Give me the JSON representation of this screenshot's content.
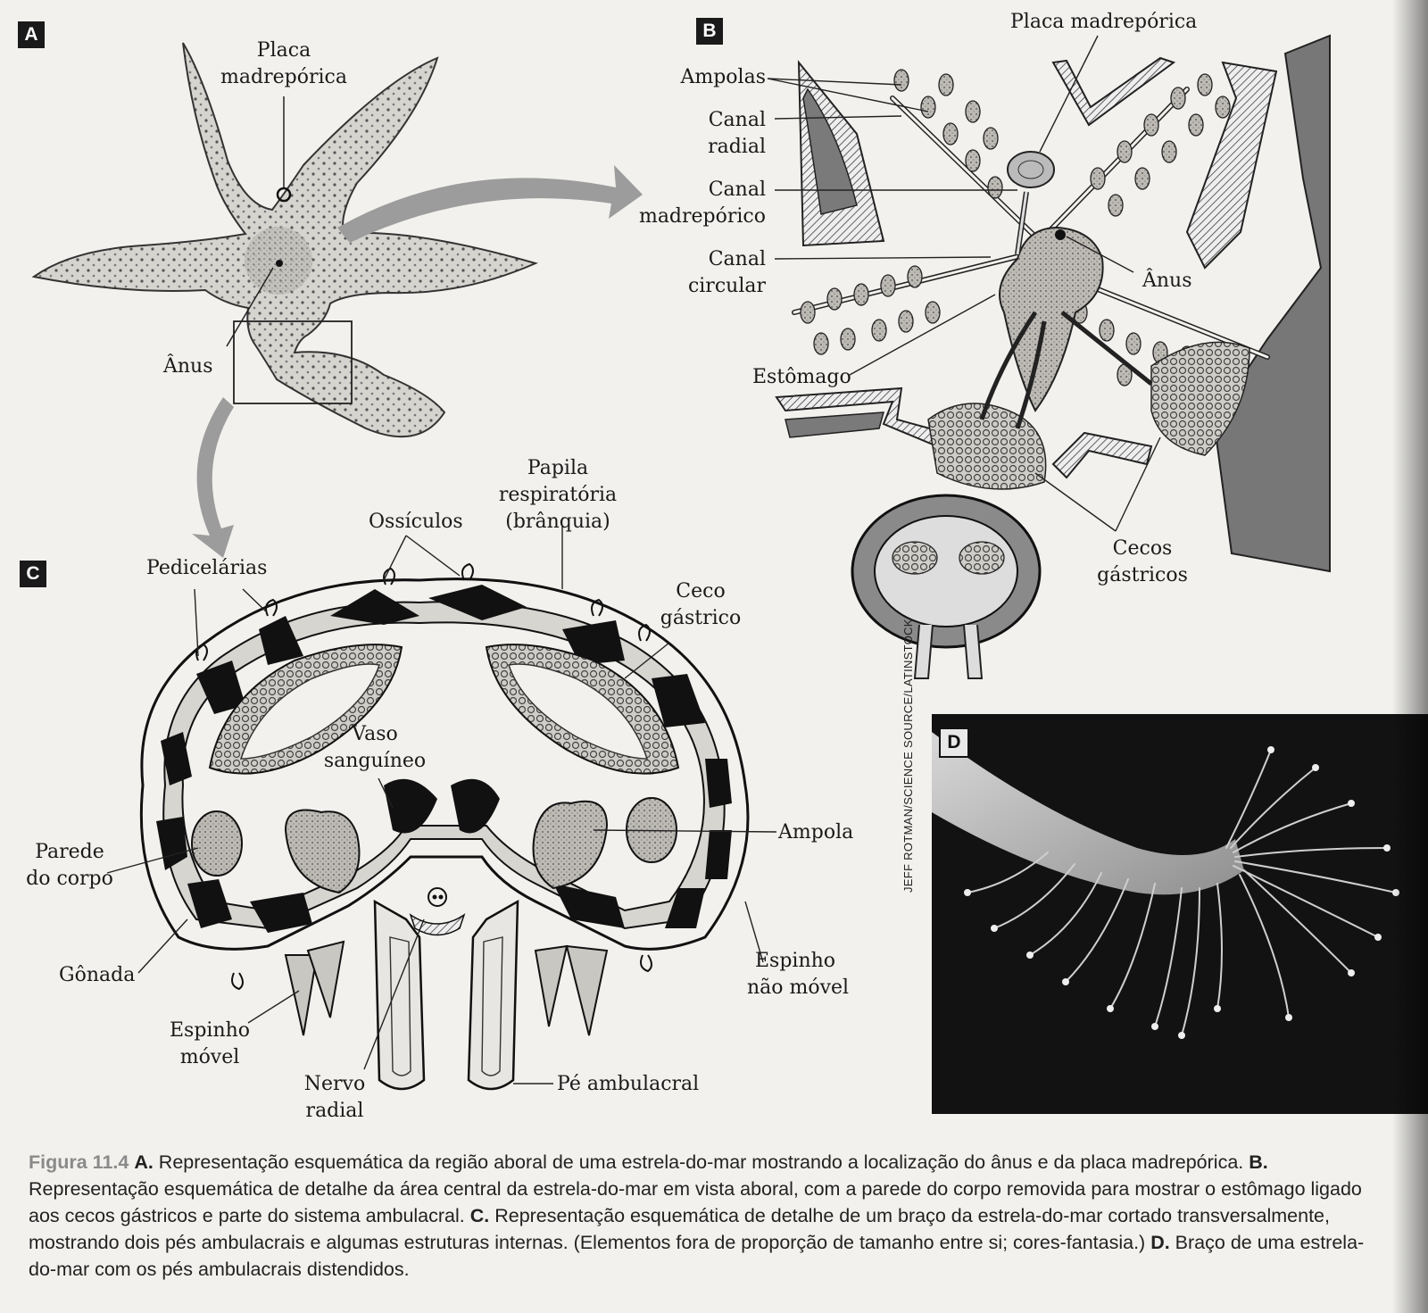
{
  "panels": {
    "a": "A",
    "b": "B",
    "c": "C",
    "d": "D"
  },
  "labels_a": {
    "placa_1": "Placa",
    "placa_2": "madrepórica",
    "anus": "Ânus"
  },
  "labels_b": {
    "placa": "Placa madrepórica",
    "ampolas": "Ampolas",
    "canal_radial_1": "Canal",
    "canal_radial_2": "radial",
    "canal_madre_1": "Canal",
    "canal_madre_2": "madrepórico",
    "canal_circ_1": "Canal",
    "canal_circ_2": "circular",
    "anus": "Ânus",
    "estomago": "Estômago",
    "cecos_1": "Cecos",
    "cecos_2": "gástricos"
  },
  "labels_c": {
    "papila_1": "Papila",
    "papila_2": "respiratória",
    "papila_3": "(brânquia)",
    "ossiculos": "Ossículos",
    "pedicelarias": "Pedicelárias",
    "ceco_1": "Ceco",
    "ceco_2": "gástrico",
    "vaso_1": "Vaso",
    "vaso_2": "sanguíneo",
    "ampola": "Ampola",
    "parede_1": "Parede",
    "parede_2": "do corpo",
    "gonada": "Gônada",
    "espinho_nm_1": "Espinho",
    "espinho_nm_2": "não móvel",
    "espinho_m_1": "Espinho",
    "espinho_m_2": "móvel",
    "nervo_1": "Nervo",
    "nervo_2": "radial",
    "pe": "Pé ambulacral"
  },
  "photo_credit": "JEFF ROTMAN/SCIENCE SOURCE/LATINSTOCK",
  "caption": {
    "fig": "Figura 11.4",
    "a_key": "A.",
    "a_text": " Representação esquemática da região aboral de uma estrela-do-mar mostrando a localização do ânus e da placa madrepórica. ",
    "b_key": "B.",
    "b_text": " Representação esquemática de detalhe da área central da estrela-do-mar em vista aboral, com a parede do corpo removida para mostrar o estômago ligado aos cecos gástricos e parte do sistema ambulacral. ",
    "c_key": "C.",
    "c_text": " Representação esquemática de detalhe de um braço da estrela-do-mar cortado transversalmente, mostrando dois pés ambulacrais e algumas estruturas internas. (Elementos fora de proporção de tamanho entre si; cores-fantasia.) ",
    "d_key": "D.",
    "d_text": " Braço de uma estrela-do-mar com os pés ambulacrais distendidos."
  }
}
